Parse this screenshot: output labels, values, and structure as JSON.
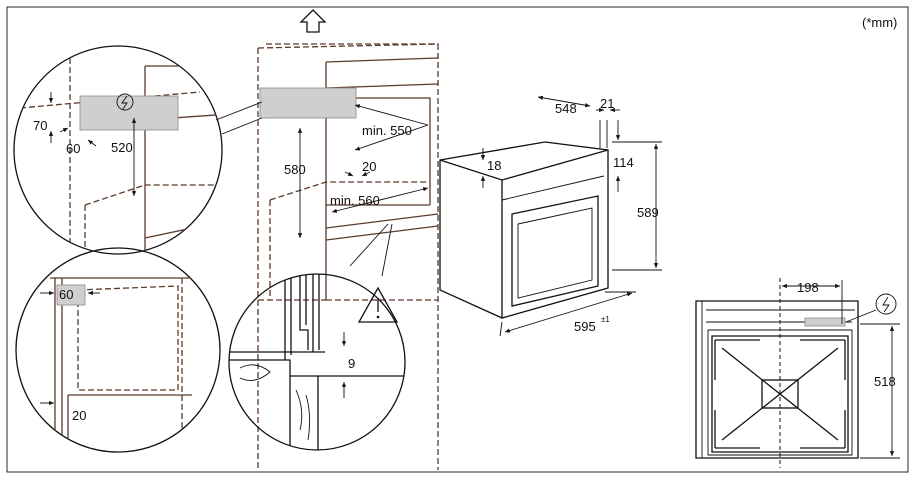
{
  "units_note": "(*mm)",
  "dimensions": {
    "d70": "70",
    "d60_top": "60",
    "d520": "520",
    "d60_lower": "60",
    "d20_lower": "20",
    "d580": "580",
    "min550": "min. 550",
    "d20_mid": "20",
    "min560": "min. 560",
    "d9": "9",
    "d548": "548",
    "d21": "21",
    "d18": "18",
    "d114": "114",
    "d589": "589",
    "d595": "595",
    "d595_tol": "±1",
    "d198": "198",
    "d518": "518"
  },
  "colors": {
    "line": "#111111",
    "cabinet": "#5a3a2a",
    "highlight": "#cfcfcf"
  }
}
